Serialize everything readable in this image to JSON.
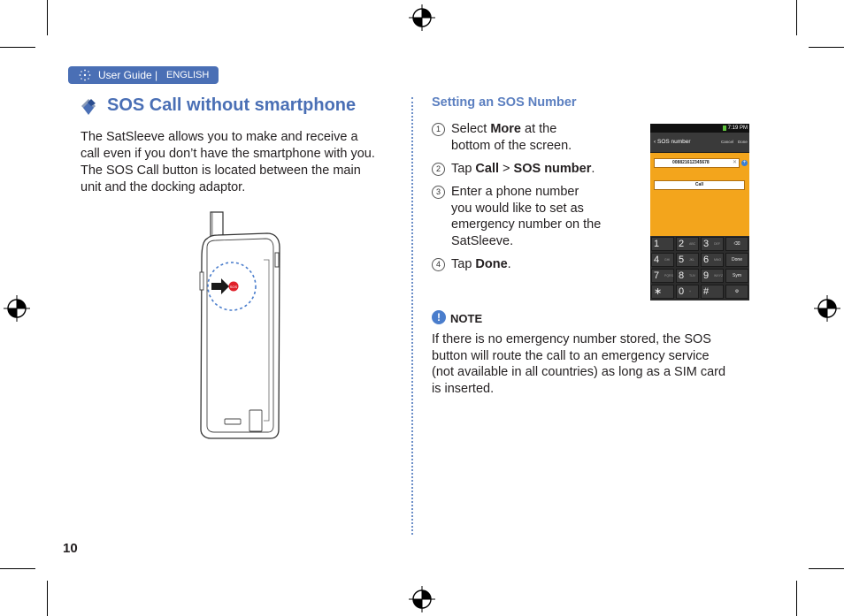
{
  "header": {
    "badge_label": "User Guide",
    "badge_separator": "|",
    "badge_lang": "ENGLISH"
  },
  "title": "SOS Call without smartphone",
  "intro": [
    "The SatSleeve allows you to make and receive a",
    "call even if you don’t have the smartphone with you.",
    "The SOS Call button is located between the main",
    "unit and the docking adaptor."
  ],
  "section": {
    "title": "Setting an SOS Number",
    "steps": [
      {
        "num": "1",
        "lines": [
          [
            "Select ",
            "More",
            " at the"
          ],
          [
            "bottom of the screen."
          ]
        ]
      },
      {
        "num": "2",
        "lines": [
          [
            "Tap ",
            "Call",
            " > ",
            "SOS number",
            "."
          ]
        ]
      },
      {
        "num": "3",
        "lines": [
          [
            "Enter a phone number"
          ],
          [
            "you would like to set as"
          ],
          [
            "emergency number on the"
          ],
          [
            "SatSleeve."
          ]
        ]
      },
      {
        "num": "4",
        "lines": [
          [
            "Tap ",
            "Done",
            "."
          ]
        ]
      }
    ]
  },
  "note": {
    "icon": "exclamation-icon",
    "heading": "NOTE",
    "lines": [
      "If there is no emergency number stored, the SOS",
      "button will route the call to an emergency service",
      "(not available in all countries) as long as a SIM card",
      "is inserted."
    ]
  },
  "phone_screen": {
    "time": "7:19 PM",
    "screen_title": "SOS number",
    "cancel": "Cancel",
    "done": "Done",
    "number": "008821612345678",
    "clear_symbol": "✕",
    "plus_symbol": "+",
    "call_button": "Call",
    "keypad": [
      [
        "1",
        ""
      ],
      [
        "2",
        "ABC"
      ],
      [
        "3",
        "DEF"
      ],
      [
        "⌫",
        ""
      ],
      [
        "4",
        "GHI"
      ],
      [
        "5",
        "JKL"
      ],
      [
        "6",
        "MNO"
      ],
      [
        "Done",
        ""
      ],
      [
        "7",
        "PQRS"
      ],
      [
        "8",
        "TUV"
      ],
      [
        "9",
        "WXYZ"
      ],
      [
        "Sym",
        ""
      ],
      [
        "∗",
        ""
      ],
      [
        "0",
        "+"
      ],
      [
        "#",
        ""
      ],
      [
        "⚙",
        ""
      ]
    ]
  },
  "colors": {
    "accent": "#4a6fb5",
    "section_title": "#5b7fc0",
    "sos_button": "#e0202a",
    "screen_field_bg": "#f3a51c"
  },
  "page_number": "10"
}
